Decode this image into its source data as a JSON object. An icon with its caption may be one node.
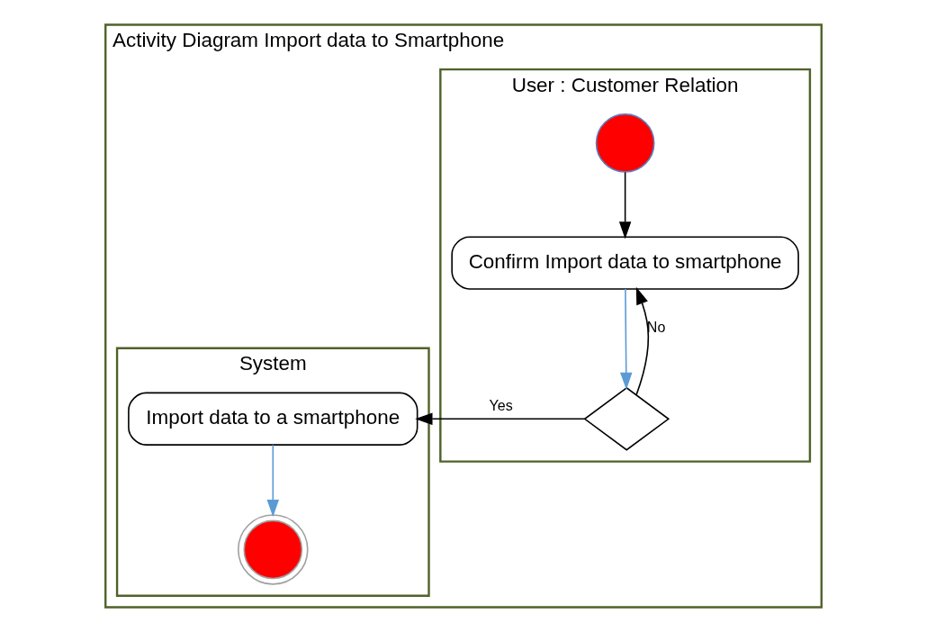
{
  "diagram": {
    "nodes": [
      {
        "text": [
          "Activity Diagram Import data to Smartphone"
        ]
      },
      {
        "text": [
          "User : Customer Relation"
        ],
        "in": 0
      },
      {
        "text": [
          "System"
        ],
        "in": 0
      },
      {
        "text": [],
        "shape": "circle",
        "in": 1
      },
      {
        "text": [
          "Confirm Import data to smartphone"
        ],
        "in": 1
      },
      {
        "text": [],
        "shape": "diamond",
        "in": 1
      },
      {
        "text": [
          "Import data to a smartphone"
        ],
        "in": 2
      },
      {
        "text": [],
        "shape": "circle",
        "in": 2
      }
    ],
    "edges": [
      {
        "from": 3,
        "to": 4,
        "arrow": "to"
      },
      {
        "from": 4,
        "to": 5,
        "arrow": "to",
        "color": "#5b9bd5"
      },
      {
        "from": 5,
        "to": 4,
        "arrow": "to",
        "label": "No"
      },
      {
        "from": 5,
        "to": 6,
        "arrow": "to",
        "label": "Yes"
      },
      {
        "from": 6,
        "to": 7,
        "arrow": "to",
        "color": "#5b9bd5"
      }
    ]
  }
}
